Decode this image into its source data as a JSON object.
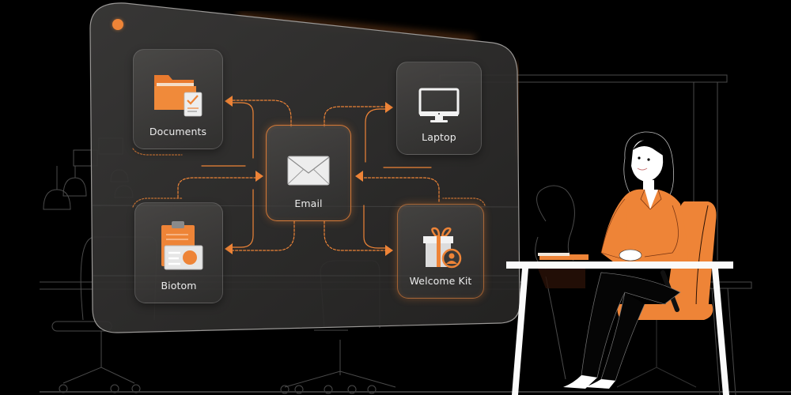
{
  "scene": {
    "description": "Employee onboarding workflow board",
    "accent_color": "#EE8437",
    "background_color": "#000000",
    "panel_color": "#2E2D2C"
  },
  "board": {
    "status_dot_color": "#EE8437",
    "center_node": {
      "label": "Email",
      "icon": "envelope-icon"
    },
    "nodes": [
      {
        "id": "documents",
        "label": "Documents",
        "icon": "folder-checklist-icon",
        "arrow": "from-center"
      },
      {
        "id": "laptop",
        "label": "Laptop",
        "icon": "monitor-icon",
        "arrow": "from-center"
      },
      {
        "id": "biotom",
        "label": "Biotom",
        "icon": "clipboard-idcard-icon",
        "arrow": "from-center"
      },
      {
        "id": "welcome-kit",
        "label": "Welcome Kit",
        "icon": "gift-user-icon",
        "arrow": "from-center"
      }
    ]
  },
  "illustration": {
    "person": {
      "shirt_color": "#EE8437",
      "pose": "seated at desk"
    },
    "chair_color": "#EE8437",
    "desk_color": "#FFFFFF"
  }
}
